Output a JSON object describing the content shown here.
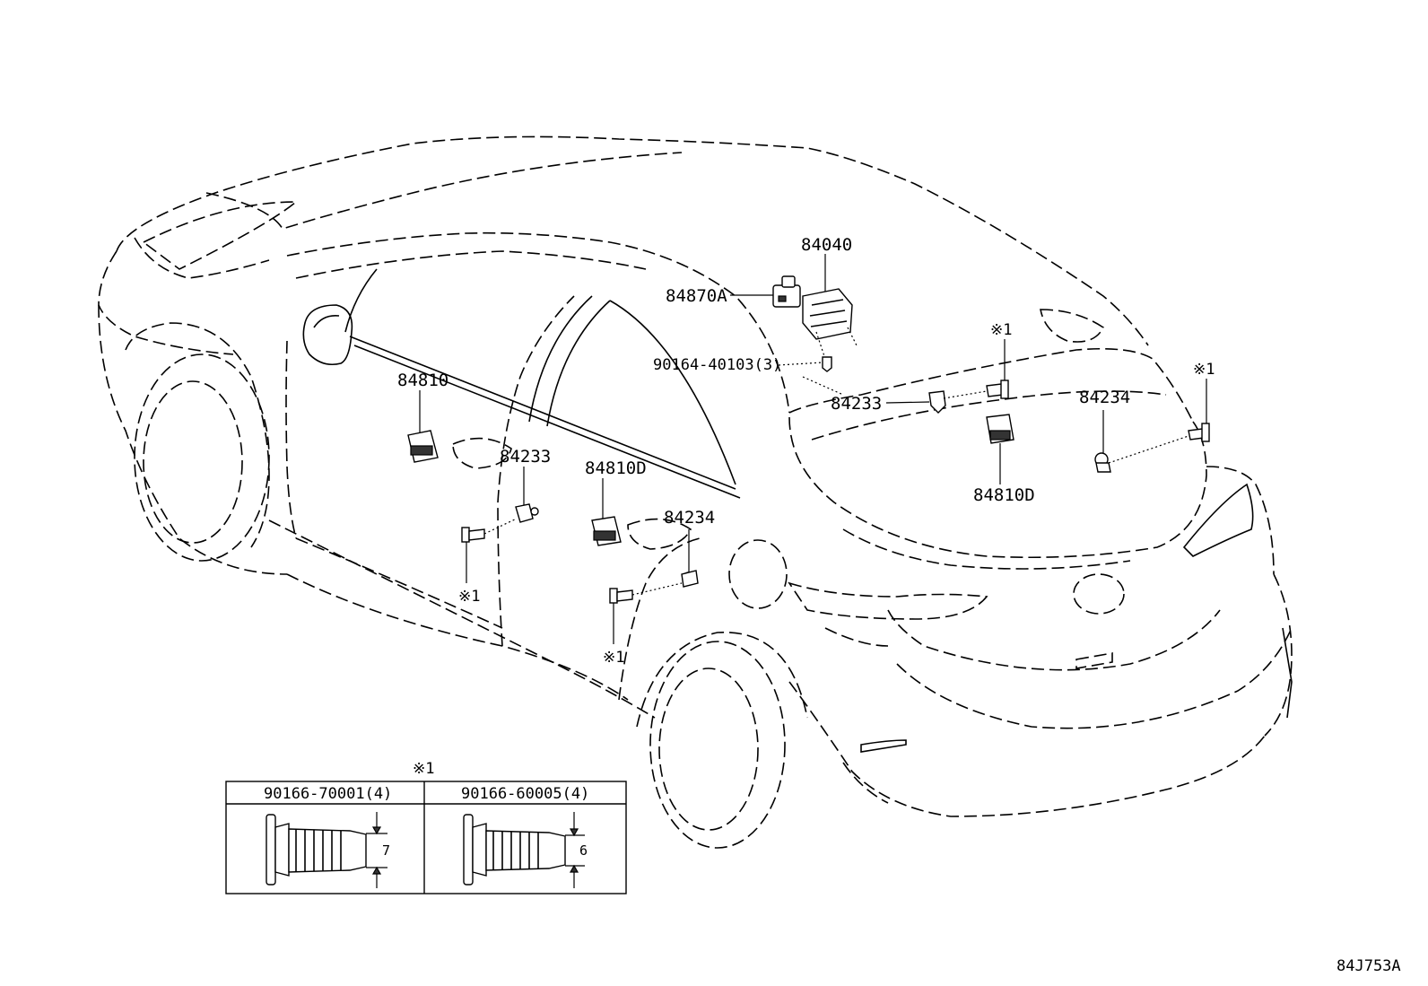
{
  "diagram_code": "84J753A",
  "note_mark": "※1",
  "callouts": {
    "p84040": "84040",
    "p84870A": "84870A",
    "p90164": "90164-40103(3)",
    "p84233_center": "84233",
    "p84233_door": "84233",
    "p84234_door": "84234",
    "p84234_rear": "84234",
    "p84810": "84810",
    "p84810D_door": "84810D",
    "p84810D_rear": "84810D",
    "note_a": "※1",
    "note_b": "※1",
    "note_c": "※1",
    "note_d": "※1",
    "note_e": "※1"
  },
  "fastener_table": {
    "mark": "※1",
    "columns": [
      {
        "part_no": "90166-70001(4)",
        "dimension": "7"
      },
      {
        "part_no": "90166-60005(4)",
        "dimension": "6"
      }
    ]
  }
}
